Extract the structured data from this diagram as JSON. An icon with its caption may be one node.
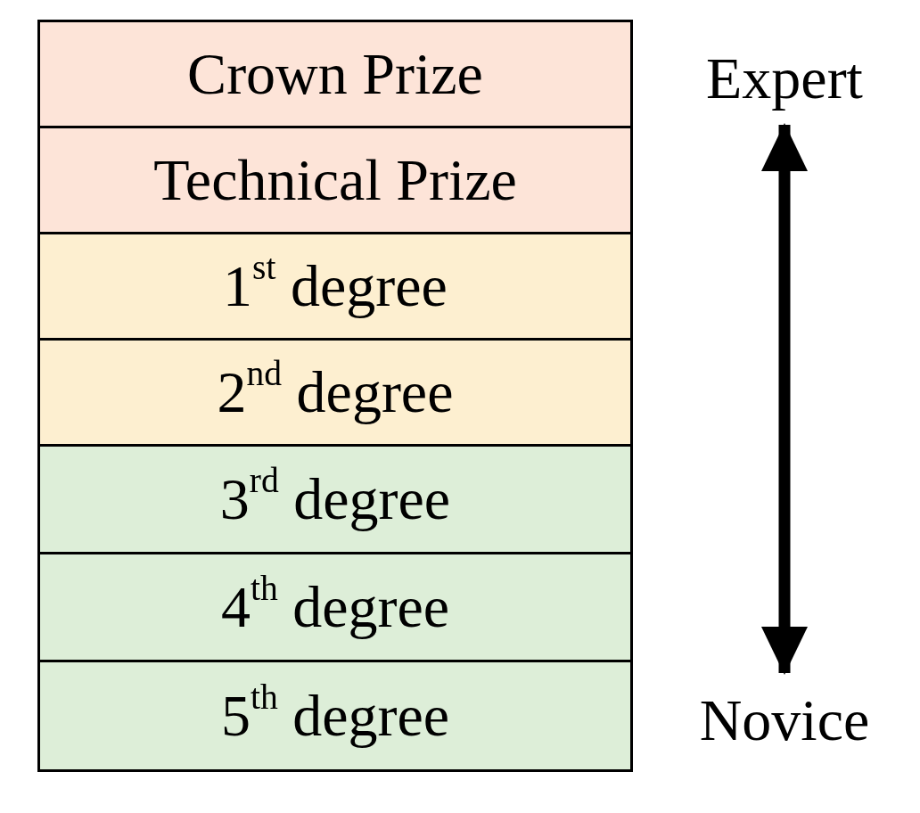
{
  "diagram": {
    "nodes": [
      {
        "text": [
          "Crown Prize"
        ]
      },
      {
        "text": [
          "Technical Prize"
        ]
      },
      {
        "text": [
          "1$^{st}$ degree"
        ]
      },
      {
        "text": [
          "2$^{nd}$ degree"
        ]
      },
      {
        "text": [
          "3$^{rd}$ degree"
        ]
      },
      {
        "text": [
          "4$^{th}$ degree"
        ]
      },
      {
        "text": [
          "5$^{th}$ degree"
        ]
      },
      {
        "text": [
          "Expert"
        ]
      },
      {
        "text": [
          "Novice"
        ]
      }
    ],
    "edges": [
      {
        "from": 7,
        "to": 8,
        "arrow": "both"
      }
    ]
  }
}
